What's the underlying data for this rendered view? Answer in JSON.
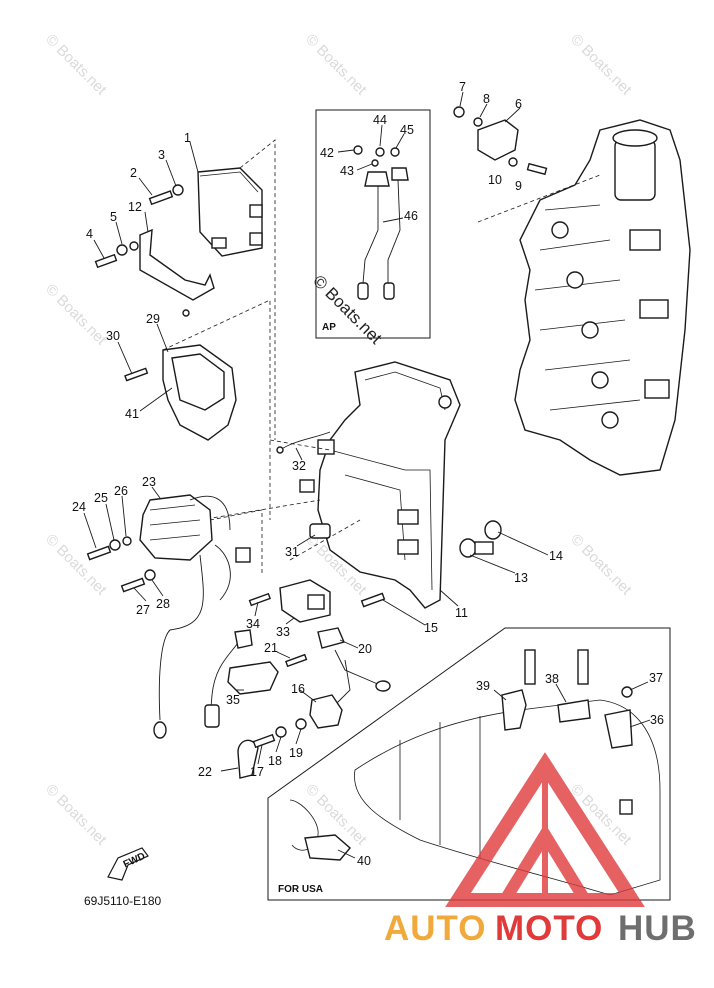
{
  "callouts": [
    {
      "label": "1"
    },
    {
      "label": "2"
    },
    {
      "label": "3"
    },
    {
      "label": "4"
    },
    {
      "label": "5"
    },
    {
      "label": "6"
    },
    {
      "label": "7"
    },
    {
      "label": "8"
    },
    {
      "label": "9"
    },
    {
      "label": "10"
    },
    {
      "label": "11"
    },
    {
      "label": "12"
    },
    {
      "label": "13"
    },
    {
      "label": "14"
    },
    {
      "label": "15"
    },
    {
      "label": "16"
    },
    {
      "label": "17"
    },
    {
      "label": "18"
    },
    {
      "label": "19"
    },
    {
      "label": "20"
    },
    {
      "label": "21"
    },
    {
      "label": "22"
    },
    {
      "label": "23"
    },
    {
      "label": "24"
    },
    {
      "label": "25"
    },
    {
      "label": "26"
    },
    {
      "label": "27"
    },
    {
      "label": "28"
    },
    {
      "label": "29"
    },
    {
      "label": "30"
    },
    {
      "label": "31"
    },
    {
      "label": "32"
    },
    {
      "label": "33"
    },
    {
      "label": "34"
    },
    {
      "label": "35"
    },
    {
      "label": "36"
    },
    {
      "label": "37"
    },
    {
      "label": "38"
    },
    {
      "label": "39"
    },
    {
      "label": "40"
    },
    {
      "label": "41"
    },
    {
      "label": "42"
    },
    {
      "label": "43"
    },
    {
      "label": "44"
    },
    {
      "label": "45"
    },
    {
      "label": "46"
    }
  ],
  "inset_ap": {
    "label": "AP"
  },
  "inset_usa": {
    "label": "FOR USA"
  },
  "fwd_label": "FWD",
  "diagram_code": "69J5110-E180",
  "watermark": "© Boats.net",
  "logo": {
    "auto": "AUTO",
    "moto": "MOTO",
    "hub": "HUB",
    "color_auto": "#f2a93b",
    "color_moto": "#e03a3a",
    "color_hub": "#6e6e6e"
  },
  "icons": [
    "fwd-arrow-icon",
    "automotohub-triangle-logo-icon"
  ]
}
